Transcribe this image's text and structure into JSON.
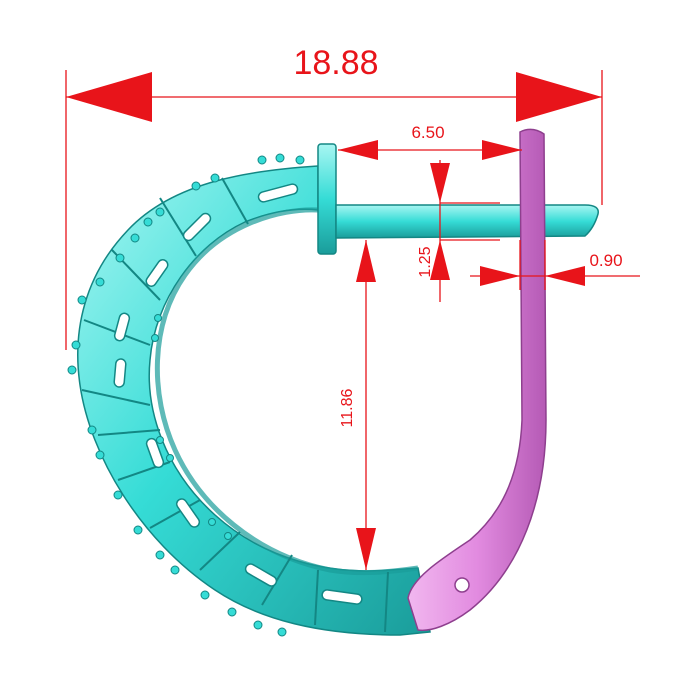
{
  "drawing": {
    "colors": {
      "hoop_body": "#35dcd6",
      "hoop_shadow": "#1a9c9a",
      "hoop_highlight": "#a8f6f2",
      "lever": "#e28be0",
      "lever_shadow": "#b55ab5",
      "dimension": "#e8141a"
    },
    "dimensions": {
      "overall_width": "18.88",
      "pin_length": "6.50",
      "pin_diameter": "1.25",
      "lever_thickness": "0.90",
      "inner_height": "11.86"
    }
  }
}
